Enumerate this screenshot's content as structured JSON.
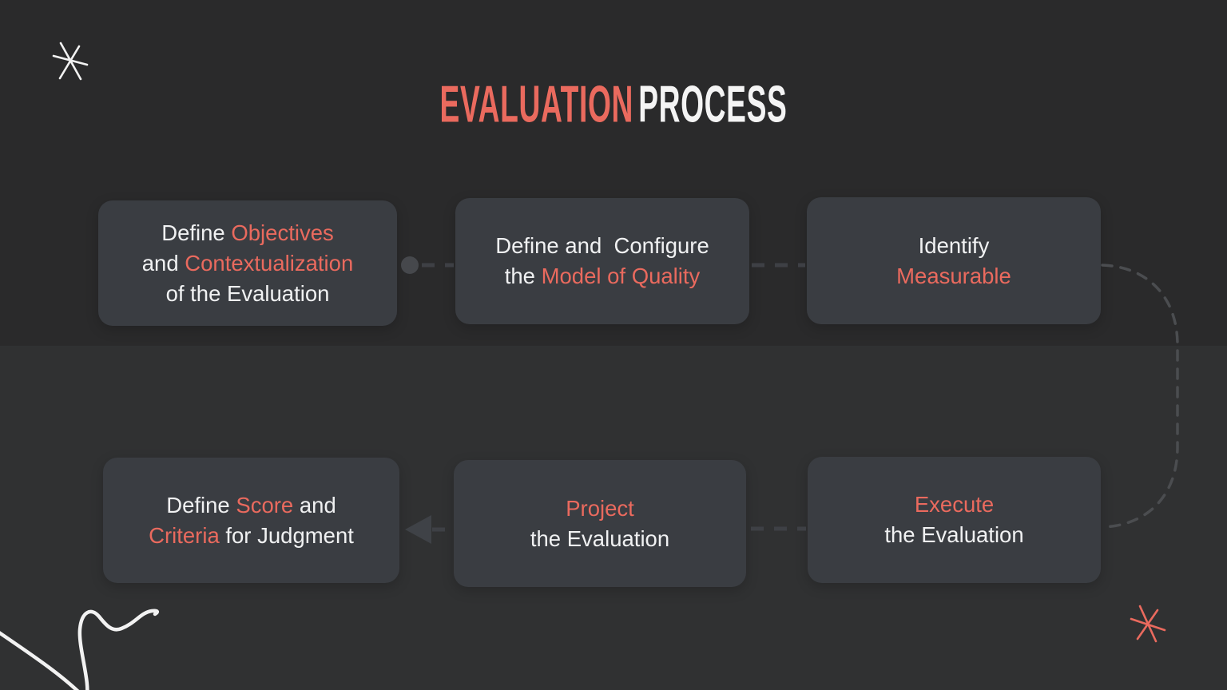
{
  "title": {
    "part1": "EVALUATION",
    "part2": "PROCESS"
  },
  "colors": {
    "accent": "#ea6a5e",
    "text": "#f0f1f2",
    "box_bg": "#3a3d42",
    "bg_top": "#2a2a2b",
    "bg_bottom": "#303132",
    "connector": "#4b4d50"
  },
  "boxes": [
    {
      "name": "step-1-define-objectives",
      "lines": [
        [
          {
            "t": "Define ",
            "a": false
          },
          {
            "t": "Objectives",
            "a": true
          }
        ],
        [
          {
            "t": "and ",
            "a": false
          },
          {
            "t": "Contextualization",
            "a": true
          }
        ],
        [
          {
            "t": "of the Evaluation",
            "a": false
          }
        ]
      ]
    },
    {
      "name": "step-2-define-configure-model",
      "lines": [
        [
          {
            "t": "Define and  Configure",
            "a": false
          }
        ],
        [
          {
            "t": "the ",
            "a": false
          },
          {
            "t": "Model of Quality",
            "a": true
          }
        ]
      ]
    },
    {
      "name": "step-3-identify-measurable",
      "lines": [
        [
          {
            "t": "Identify",
            "a": false
          }
        ],
        [
          {
            "t": "Measurable",
            "a": true
          }
        ]
      ]
    },
    {
      "name": "step-4-score-criteria-judgment",
      "lines": [
        [
          {
            "t": "Define ",
            "a": false
          },
          {
            "t": "Score",
            "a": true
          },
          {
            "t": " and",
            "a": false
          }
        ],
        [
          {
            "t": "Criteria",
            "a": true
          },
          {
            "t": " for Judgment",
            "a": false
          }
        ]
      ]
    },
    {
      "name": "step-5-project-evaluation",
      "lines": [
        [
          {
            "t": "Project",
            "a": true
          }
        ],
        [
          {
            "t": "the Evaluation",
            "a": false
          }
        ]
      ]
    },
    {
      "name": "step-6-execute-evaluation",
      "lines": [
        [
          {
            "t": "Execute",
            "a": true
          }
        ],
        [
          {
            "t": "the Evaluation",
            "a": false
          }
        ]
      ]
    }
  ],
  "icons": [
    "asterisk-doodle-top-left",
    "asterisk-doodle-bottom-right",
    "squiggle-doodle-bottom-left",
    "connector-dot",
    "arrowhead-left-icon",
    "dashed-curve-connector"
  ]
}
